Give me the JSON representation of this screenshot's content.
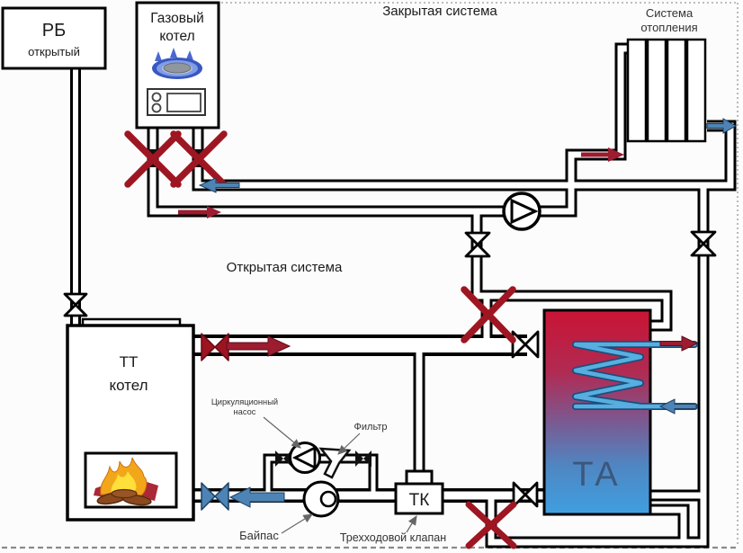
{
  "diagram": {
    "labels": {
      "closed_system": "Закрытая система",
      "open_system": "Открытая система",
      "heating_system_line1": "Система",
      "heating_system_line2": "отопления",
      "expansion_tank_line1": "РБ",
      "expansion_tank_line2": "открытый",
      "gas_boiler_line1": "Газовый",
      "gas_boiler_line2": "котел",
      "solid_fuel_boiler_line1": "ТТ",
      "solid_fuel_boiler_line2": "котел",
      "heat_accumulator": "ТА",
      "three_way_valve_short": "ТК",
      "circulation_pump_line1": "Циркуляционный",
      "circulation_pump_line2": "насос",
      "filter": "Фильтр",
      "bypass": "Байпас",
      "three_way_valve": "Трехходовой клапан"
    },
    "colors": {
      "pipe": "#000000",
      "supply_flow_arrow": "#9c1c30",
      "return_flow_arrow": "#4d84b5",
      "closed_valve_cross": "#9e1622",
      "hot_valve_fill": "#9c1422",
      "cold_valve_fill": "#4d84b5",
      "tank_hot_top": "#c91434",
      "tank_cold_bottom": "#3f9fe0",
      "coil": "#58aede",
      "gas_flame_blue": "#3a57c0",
      "fire_yellow": "#ffdf3a",
      "fire_orange": "#f2a71b",
      "background": "#fcfcfc"
    }
  }
}
